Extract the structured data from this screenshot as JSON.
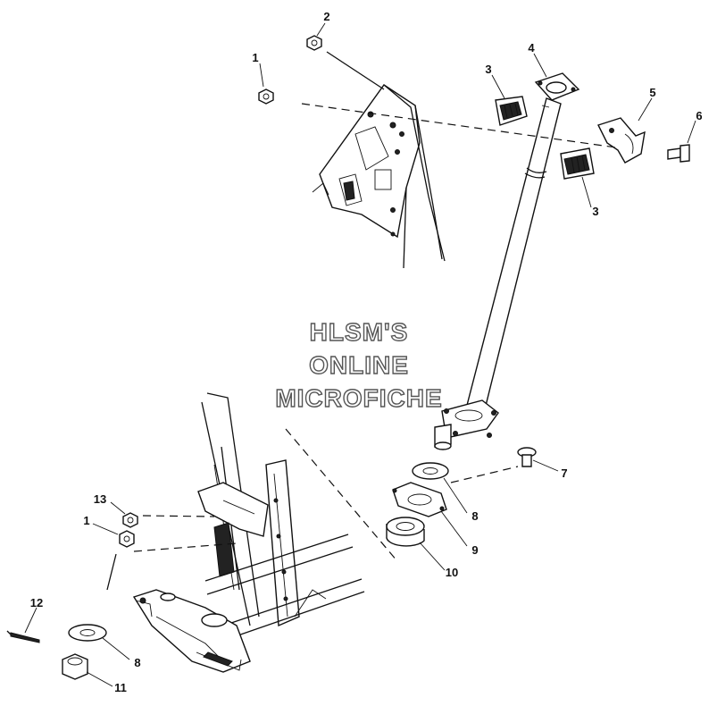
{
  "watermark": [
    "HLSM'S",
    "ONLINE",
    "MICROFICHE"
  ],
  "callouts": {
    "c1a": "1",
    "c2": "2",
    "c3a": "3",
    "c4": "4",
    "c5": "5",
    "c6": "6",
    "c3b": "3",
    "c7": "7",
    "c8a": "8",
    "c9": "9",
    "c10": "10",
    "c13": "13",
    "c1b": "1",
    "c12": "12",
    "c8b": "8",
    "c11": "11"
  }
}
